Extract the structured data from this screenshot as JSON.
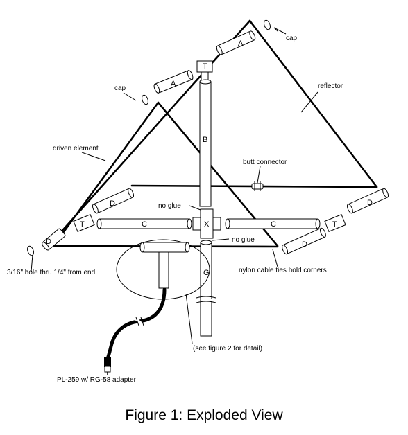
{
  "labels": {
    "cap_top": "cap",
    "cap_left": "cap",
    "reflector": "reflector",
    "driven_element": "driven element",
    "butt_connector": "butt connector",
    "no_glue_upper": "no glue",
    "no_glue_lower": "no glue",
    "hole_note": "3/16\" hole thru 1/4\" from end",
    "cable_ties": "nylon cable ties hold corners",
    "see_figure": "(see figure 2 for detail)",
    "connector": "PL-259 w/ RG-58 adapter"
  },
  "pipe_labels": {
    "A1": "A",
    "A2": "A",
    "T_top": "T",
    "B": "B",
    "X": "X",
    "C_left": "C",
    "C_right": "C",
    "T_left": "T",
    "T_right": "T",
    "D_left_upper": "D",
    "D_left_lower": "D",
    "D_right_upper": "D",
    "D_right_lower": "D",
    "G": "G"
  },
  "caption": "Figure 1: Exploded View"
}
